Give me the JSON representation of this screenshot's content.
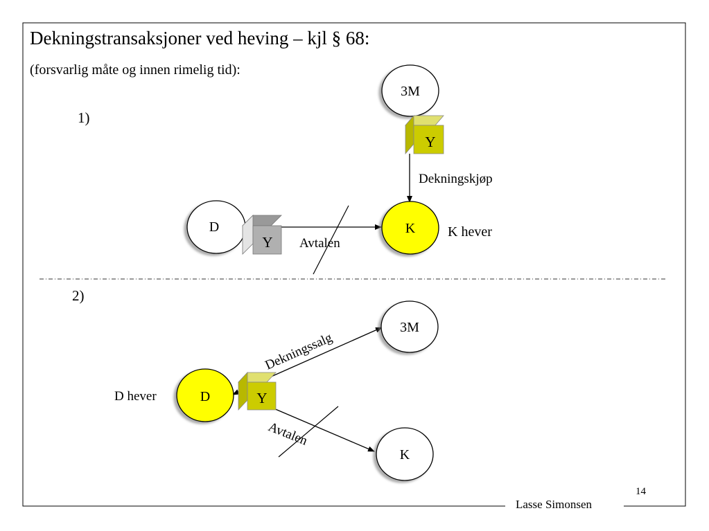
{
  "title": "Dekningstransaksjoner ved heving – kjl § 68:",
  "subtitle": "(forsvarlig måte og innen rimelig tid):",
  "section1": {
    "label": "1)",
    "nodes": {
      "third_party": "3M",
      "seller": "D",
      "buyer": "K"
    },
    "goods": {
      "third_party_box": "Y",
      "seller_box": "Y"
    },
    "labels": {
      "cover_purchase": "Dekningskjøp",
      "contract": "Avtalen",
      "buyer_action": "K hever"
    }
  },
  "section2": {
    "label": "2)",
    "nodes": {
      "third_party": "3M",
      "seller": "D",
      "buyer": "K"
    },
    "goods": {
      "seller_box": "Y"
    },
    "labels": {
      "cover_sale": "Dekningssalg",
      "contract": "Avtalen",
      "seller_action": "D hever"
    }
  },
  "footer": {
    "page_number": "14",
    "author": "Lasse Simonsen"
  },
  "colors": {
    "yellow_node": "#ffff00",
    "olive_box": "#cccc00",
    "grey_box": "#b0b0b0"
  }
}
